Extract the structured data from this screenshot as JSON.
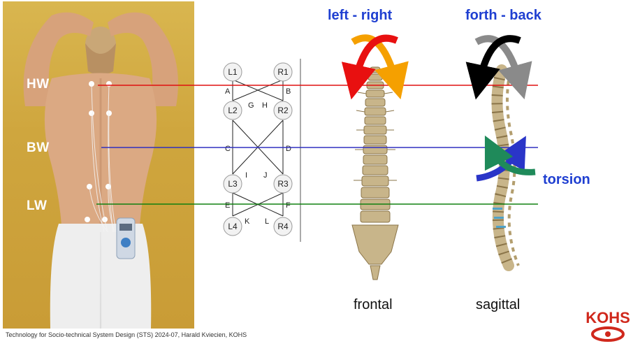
{
  "photo": {
    "labels": {
      "hw": "HW",
      "bw": "BW",
      "lw": "LW"
    }
  },
  "schematic": {
    "nodes": [
      "L1",
      "R1",
      "L2",
      "R2",
      "L3",
      "R3",
      "L4",
      "R4"
    ],
    "wires": [
      "A",
      "B",
      "G",
      "H",
      "C",
      "D",
      "I",
      "J",
      "E",
      "F",
      "K",
      "L"
    ]
  },
  "motions": {
    "left_right": "left - right",
    "forth_back": "forth - back",
    "torsion": "torsion"
  },
  "views": {
    "frontal": "frontal",
    "sagittal": "sagittal"
  },
  "footer": "Technology for Socio-technical System Design (STS) 2024-07, Harald Kviecien, KOHS",
  "logo": {
    "text": "KOHS"
  },
  "colors": {
    "line_hw": "#e01010",
    "line_bw": "#3030c0",
    "line_lw": "#108010",
    "title_blue": "#1f3fd1",
    "arrow_orange": "#f5a000",
    "arrow_red": "#e81010",
    "arrow_black": "#000000",
    "arrow_gray": "#8a8a8a",
    "arrow_blue": "#2a35c8",
    "arrow_green": "#1f8a5a",
    "logo_red": "#d0281c"
  }
}
